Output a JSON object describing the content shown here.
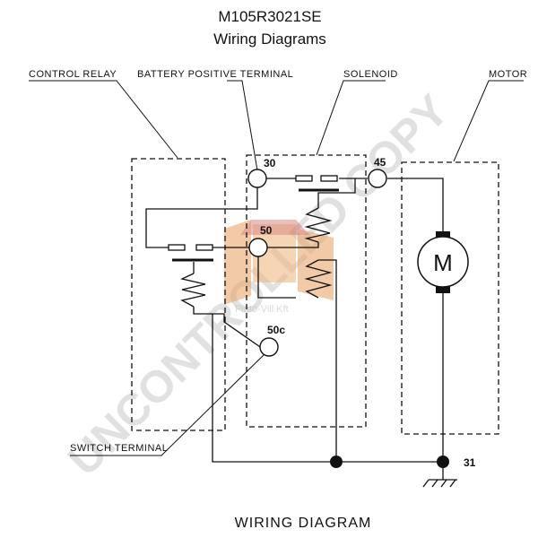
{
  "header": {
    "model": "M105R3021SE",
    "subtitle": "Wiring Diagrams"
  },
  "labels": {
    "control_relay": "CONTROL RELAY",
    "battery_positive": "BATTERY POSITIVE TERMINAL",
    "solenoid": "SOLENOID",
    "motor": "MOTOR",
    "switch_terminal": "SWITCH TERMINAL"
  },
  "terminals": {
    "t30": "30",
    "t45": "45",
    "t50": "50",
    "t50c": "50c",
    "t31": "31"
  },
  "motor_symbol": "M",
  "footer": "WIRING DIAGRAM",
  "watermark": "UNCONTROLLED COPY",
  "logo_text": "Pintó-Vill Kft",
  "colors": {
    "line": "#111111",
    "watermark": "#c9c9c9",
    "logo_orange": "#e8a060",
    "logo_red": "#c0392b"
  }
}
